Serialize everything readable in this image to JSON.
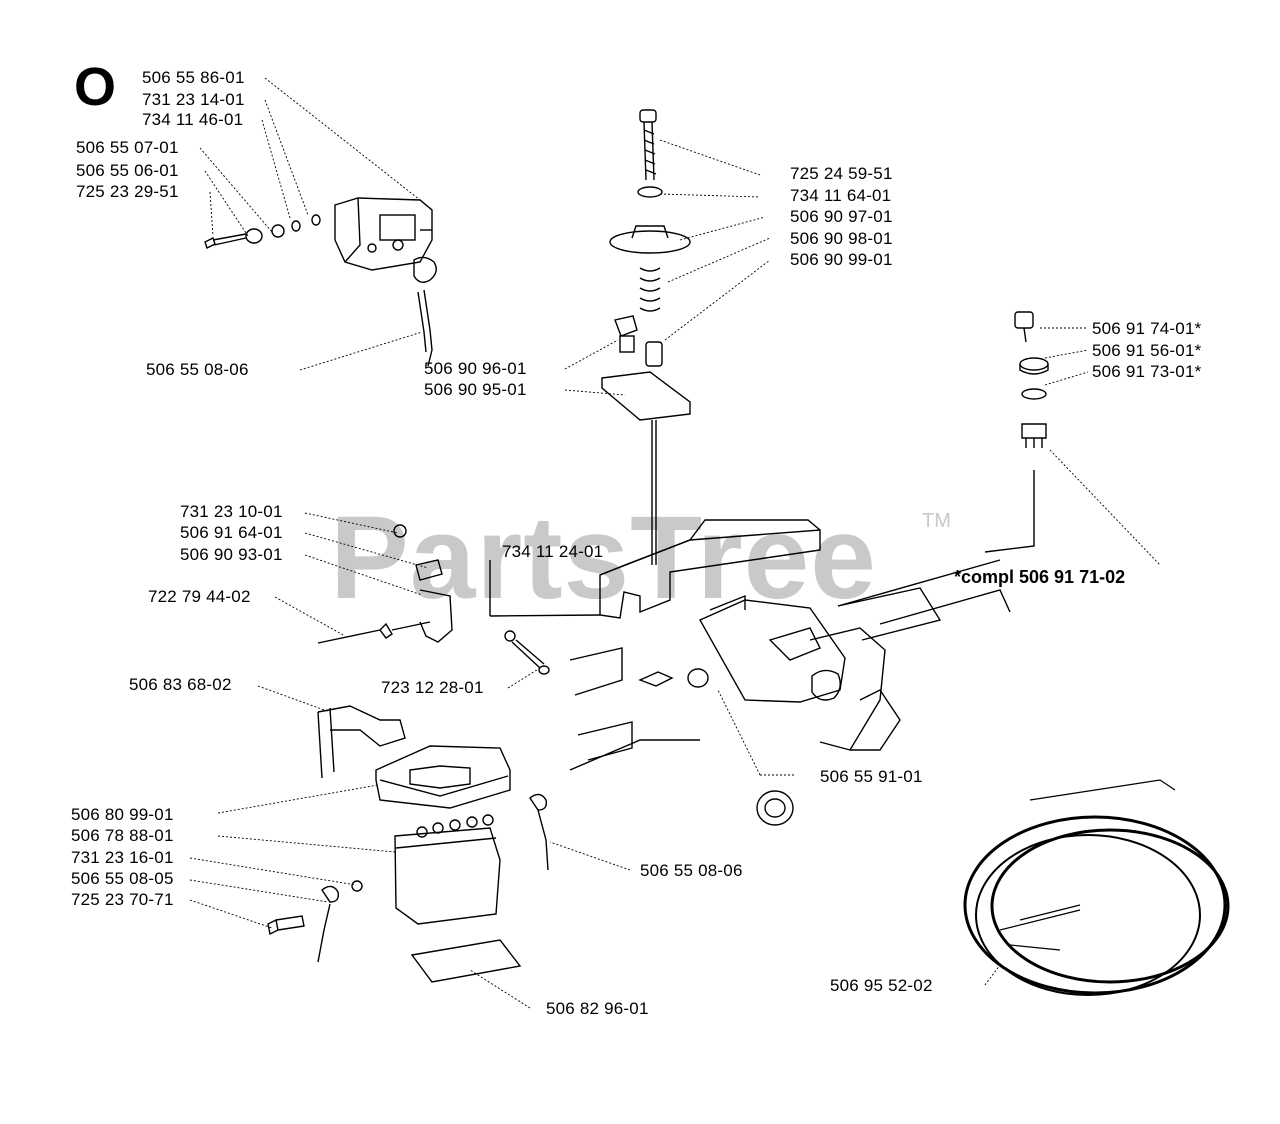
{
  "section_letter": "O",
  "watermark": {
    "text": "PartsTree",
    "tm": "TM"
  },
  "note": "*compl 506 91 71-02",
  "parts": {
    "p_506_55_86_01": "506 55 86-01",
    "p_731_23_14_01": "731 23 14-01",
    "p_734_11_46_01": "734 11 46-01",
    "p_506_55_07_01": "506 55 07-01",
    "p_506_55_06_01": "506 55 06-01",
    "p_725_23_29_51": "725 23 29-51",
    "p_506_55_08_06_top": "506 55 08-06",
    "p_725_24_59_51": "725 24 59-51",
    "p_734_11_64_01": "734 11 64-01",
    "p_506_90_97_01": "506 90 97-01",
    "p_506_90_98_01": "506 90 98-01",
    "p_506_90_99_01": "506 90 99-01",
    "p_506_90_96_01": "506 90 96-01",
    "p_506_90_95_01": "506 90 95-01",
    "p_506_91_74_01": "506 91 74-01*",
    "p_506_91_56_01": "506 91 56-01*",
    "p_506_91_73_01": "506 91 73-01*",
    "p_731_23_10_01": "731 23 10-01",
    "p_506_91_64_01": "506 91 64-01",
    "p_506_90_93_01": "506 90 93-01",
    "p_734_11_24_01": "734 11 24-01",
    "p_722_79_44_02": "722 79 44-02",
    "p_723_12_28_01": "723 12 28-01",
    "p_506_83_68_02": "506 83 68-02",
    "p_506_55_91_01": "506 55 91-01",
    "p_506_80_99_01": "506 80 99-01",
    "p_506_78_88_01": "506 78 88-01",
    "p_731_23_16_01": "731 23 16-01",
    "p_506_55_08_05": "506 55 08-05",
    "p_725_23_70_71": "725 23 70-71",
    "p_506_55_08_06_bottom": "506 55 08-06",
    "p_506_82_96_01": "506 82 96-01",
    "p_506_95_52_02": "506 95 52-02"
  }
}
